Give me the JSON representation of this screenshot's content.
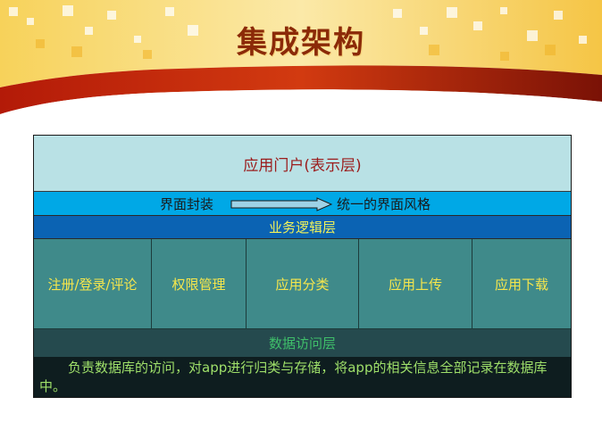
{
  "slide": {
    "title": "集成架构"
  },
  "diagram": {
    "presentation_layer": "应用门户(表示层)",
    "encapsulation": {
      "left": "界面封装",
      "right": "统一的界面风格"
    },
    "business_logic_layer": "业务逻辑层",
    "modules": [
      "注册/登录/评论",
      "权限管理",
      "应用分类",
      "应用上传",
      "应用下载"
    ],
    "data_access_layer": "数据访问层",
    "description": "负责数据库的访问，对app进行归类与存储，将app的相关信息全部记录在数据库中。"
  },
  "colors": {
    "title": "#8b2a08",
    "presentation_bg": "#b9e1e5",
    "encap_bg": "#00a8e6",
    "logic_bg": "#0b63b3",
    "modules_bg": "#3f8a8a",
    "data_access_bg": "#254a4e",
    "desc_bg": "#0e1d1f"
  },
  "icons": {
    "encap_arrow": "right-arrow-icon"
  }
}
